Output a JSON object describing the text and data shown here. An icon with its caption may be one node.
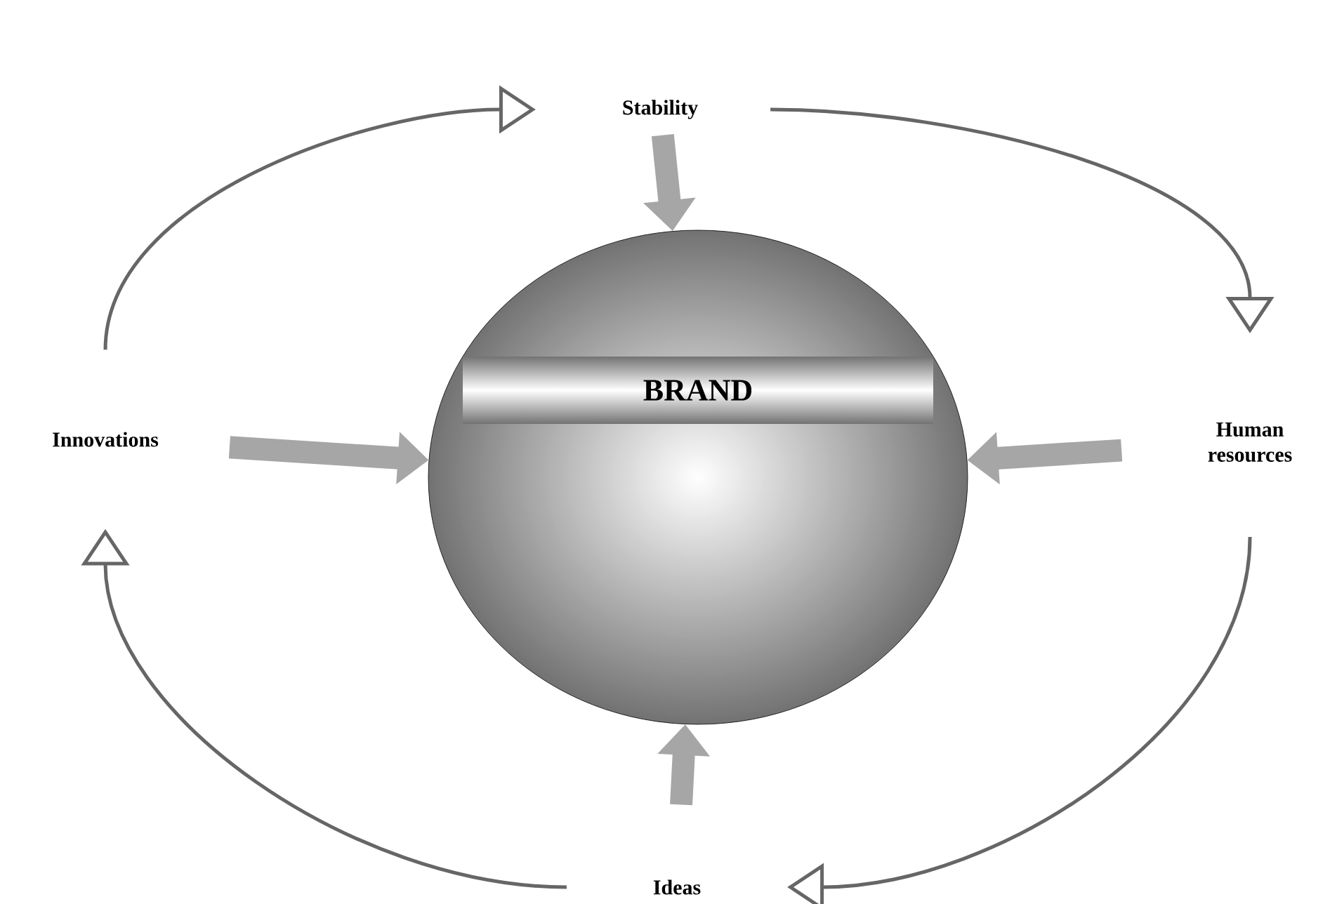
{
  "diagram": {
    "nodes": [
      {
        "text": [],
        "shape": "circle"
      },
      {
        "text": [
          "BRAND"
        ],
        "in": 0
      },
      {
        "text": [
          "Stability"
        ]
      },
      {
        "text": [
          "Innovations"
        ]
      },
      {
        "text": [
          "Human resources"
        ]
      },
      {
        "text": [
          "Ideas"
        ]
      }
    ],
    "edges": [
      {
        "from": 2,
        "to": 0,
        "arrow": "to",
        "style": "thick"
      },
      {
        "from": 3,
        "to": 0,
        "arrow": "to",
        "style": "thick"
      },
      {
        "from": 4,
        "to": 0,
        "arrow": "to",
        "style": "thick"
      },
      {
        "from": 5,
        "to": 0,
        "arrow": "to",
        "style": "thick"
      },
      {
        "from": 3,
        "to": 2,
        "arrow": "to"
      },
      {
        "from": 2,
        "to": 4,
        "arrow": "to"
      },
      {
        "from": 4,
        "to": 5,
        "arrow": "to"
      },
      {
        "from": 5,
        "to": 3,
        "arrow": "to"
      }
    ]
  }
}
